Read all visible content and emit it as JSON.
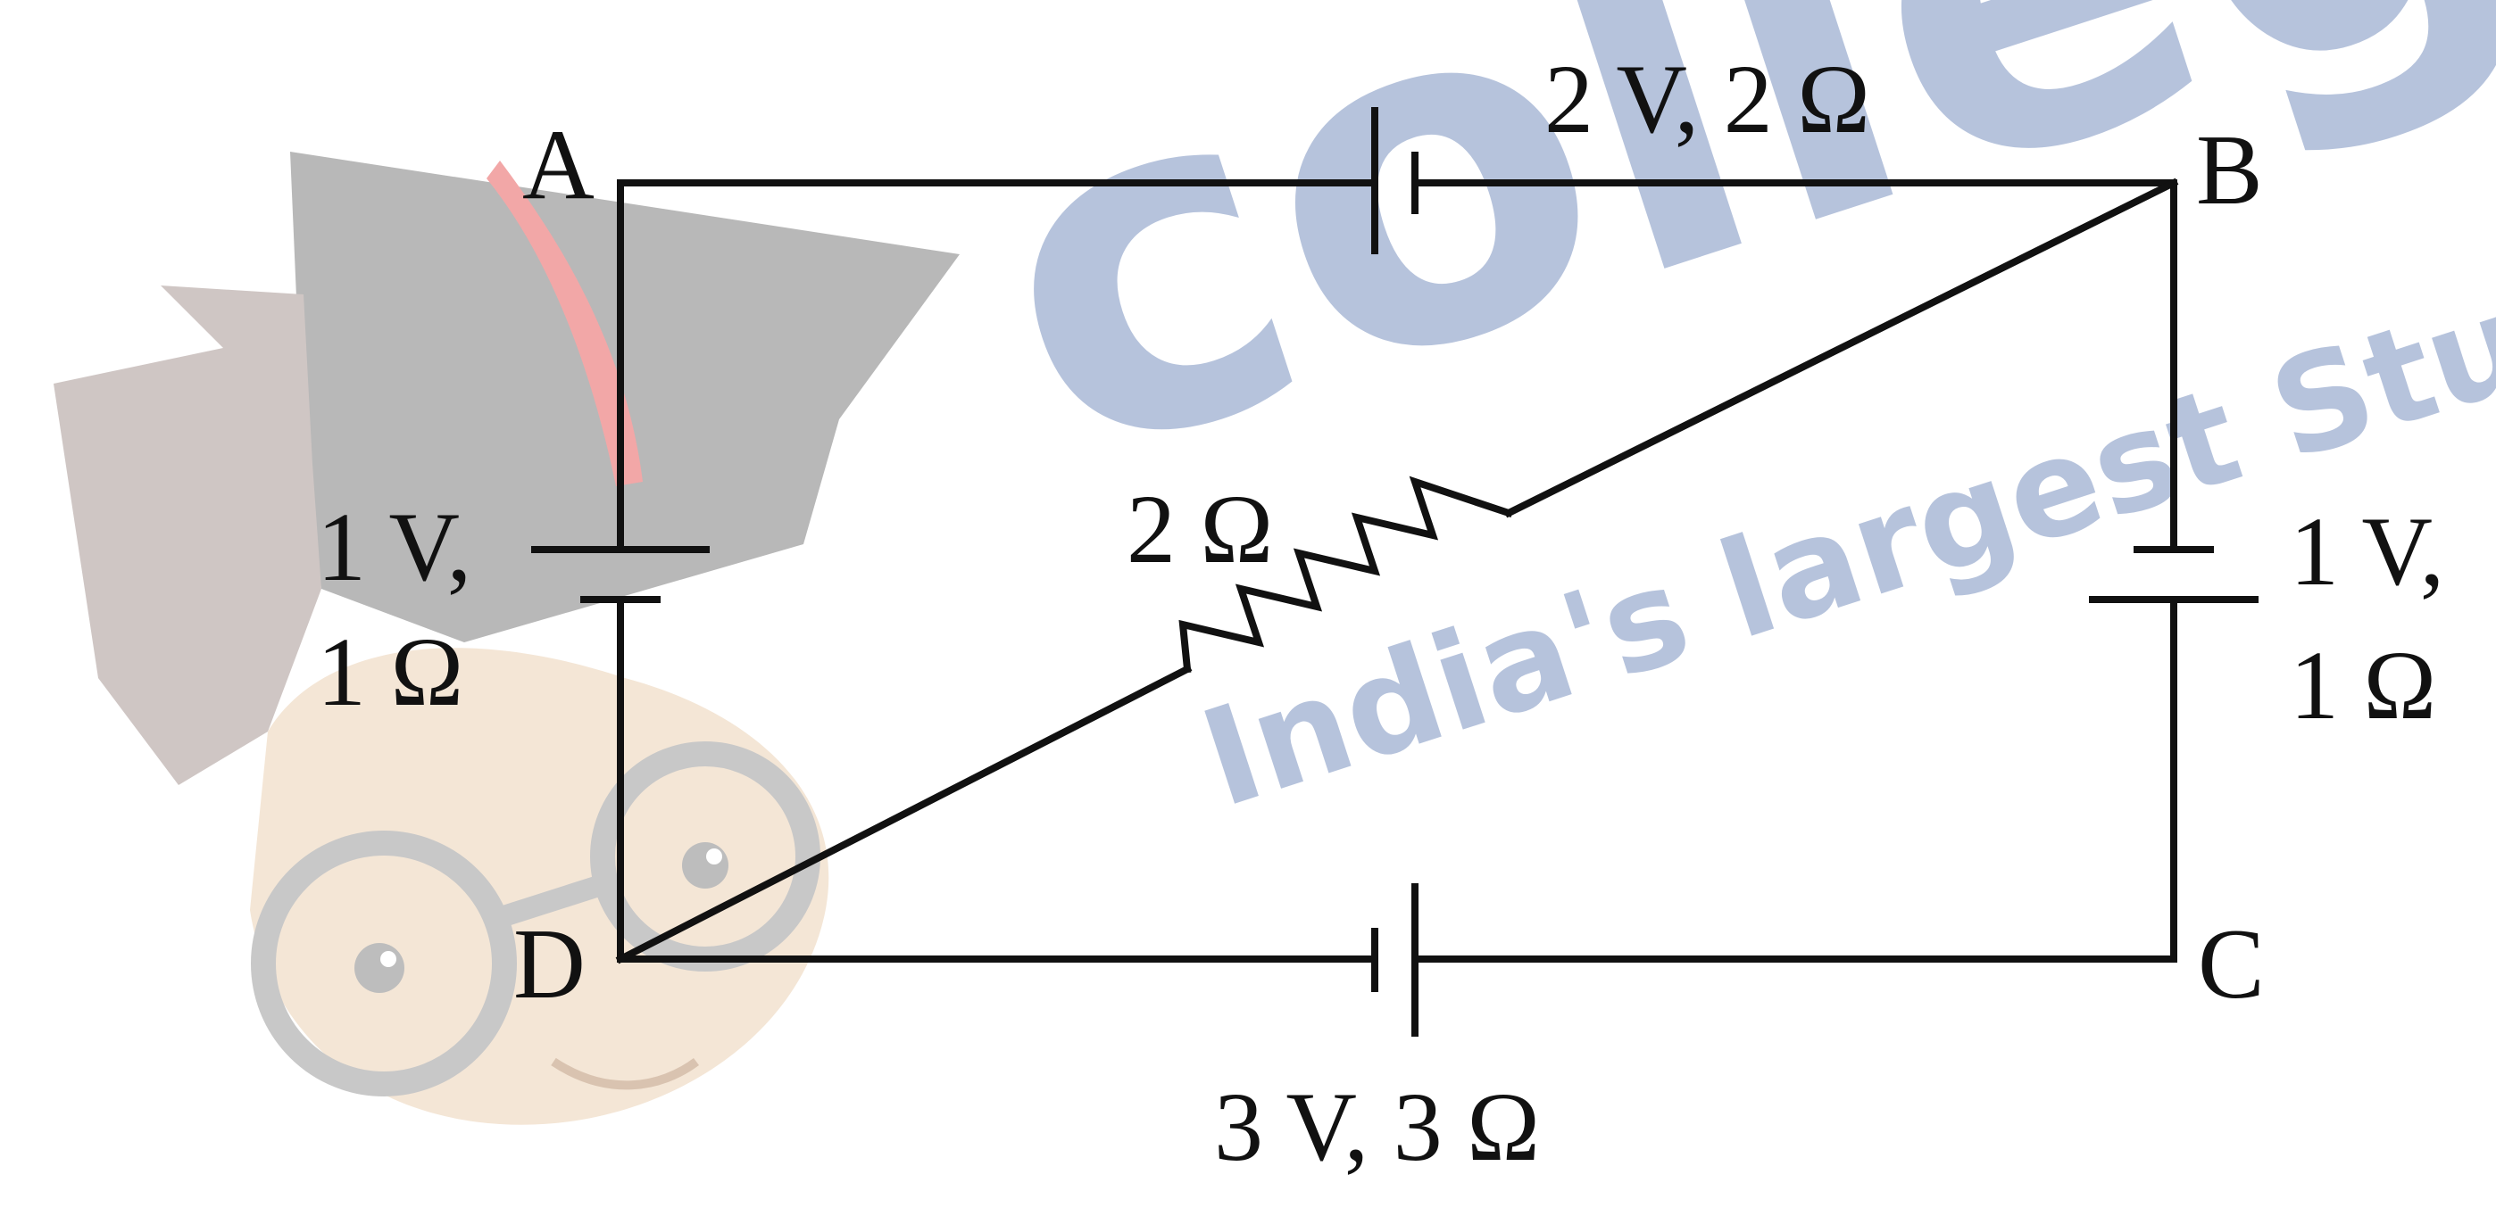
{
  "watermark": {
    "brand": "college",
    "tagline": "India's largest Stud",
    "color": "#a9b9d6"
  },
  "nodes": {
    "a": "A",
    "b": "B",
    "c": "C",
    "d": "D"
  },
  "components": {
    "battery_ab": {
      "line1": "2 V, 2 Ω"
    },
    "battery_ad": {
      "line1": "1 V,",
      "line2": "1 Ω"
    },
    "battery_bc": {
      "line1": "1 V,",
      "line2": "1 Ω"
    },
    "battery_dc": {
      "line1": "3 V, 3 Ω"
    },
    "resistor_bd": {
      "line1": "2 Ω"
    }
  },
  "colors": {
    "wire": "#111111",
    "background": "#ffffff"
  }
}
